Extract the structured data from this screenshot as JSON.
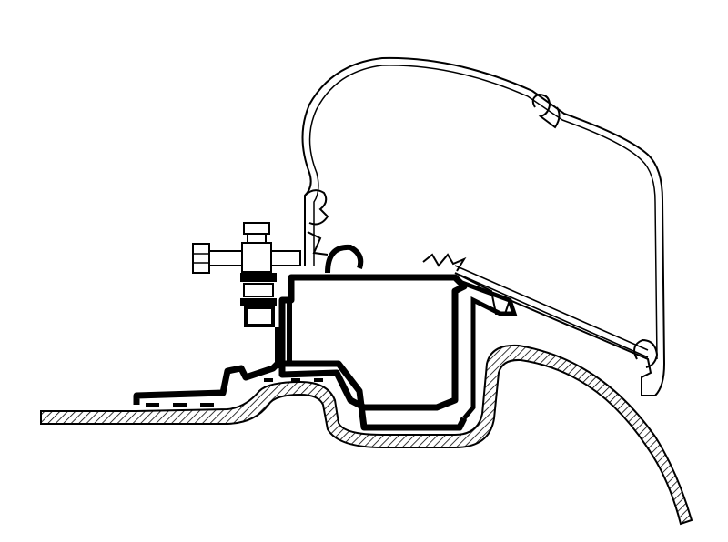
{
  "diagram": {
    "subject": "awning-adapter-rail-cross-section",
    "colors": {
      "line": "#000000",
      "background": "#ffffff",
      "hatch": "#000000"
    },
    "parts": [
      "vehicle-roof",
      "awning-cassette",
      "adapter-bracket",
      "mounting-bolt",
      "nut-stack"
    ]
  }
}
